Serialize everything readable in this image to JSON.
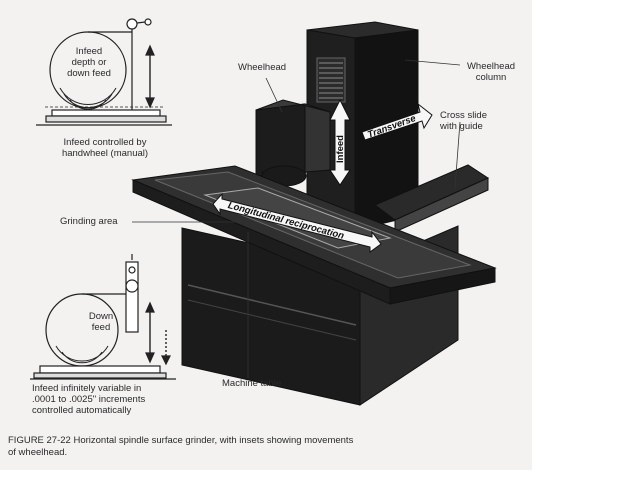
{
  "labels": {
    "infeed_inset_top": [
      "Infeed",
      "depth or",
      "down feed"
    ],
    "infeed_controlled": [
      "Infeed controlled by",
      "handwheel (manual)"
    ],
    "wheelhead": "Wheelhead",
    "wheelhead_column": [
      "Wheelhead",
      "column"
    ],
    "cross_slide": [
      "Cross slide",
      "with guide"
    ],
    "transverse": "Transverse",
    "infeed_arrow": "Infeed",
    "grinding_area": "Grinding area",
    "longitudinal": "Longitudinal reciprocation",
    "down_feed": [
      "Down",
      "feed"
    ],
    "infeed_auto": [
      "Infeed infinitely variable in",
      ".0001 to .0025\" increments",
      "controlled automatically"
    ],
    "machine_table": "Machine table"
  },
  "caption": {
    "line1": "FIGURE 27-22   Horizontal spindle surface grinder, with insets showing movements",
    "line2": "of wheelhead."
  }
}
